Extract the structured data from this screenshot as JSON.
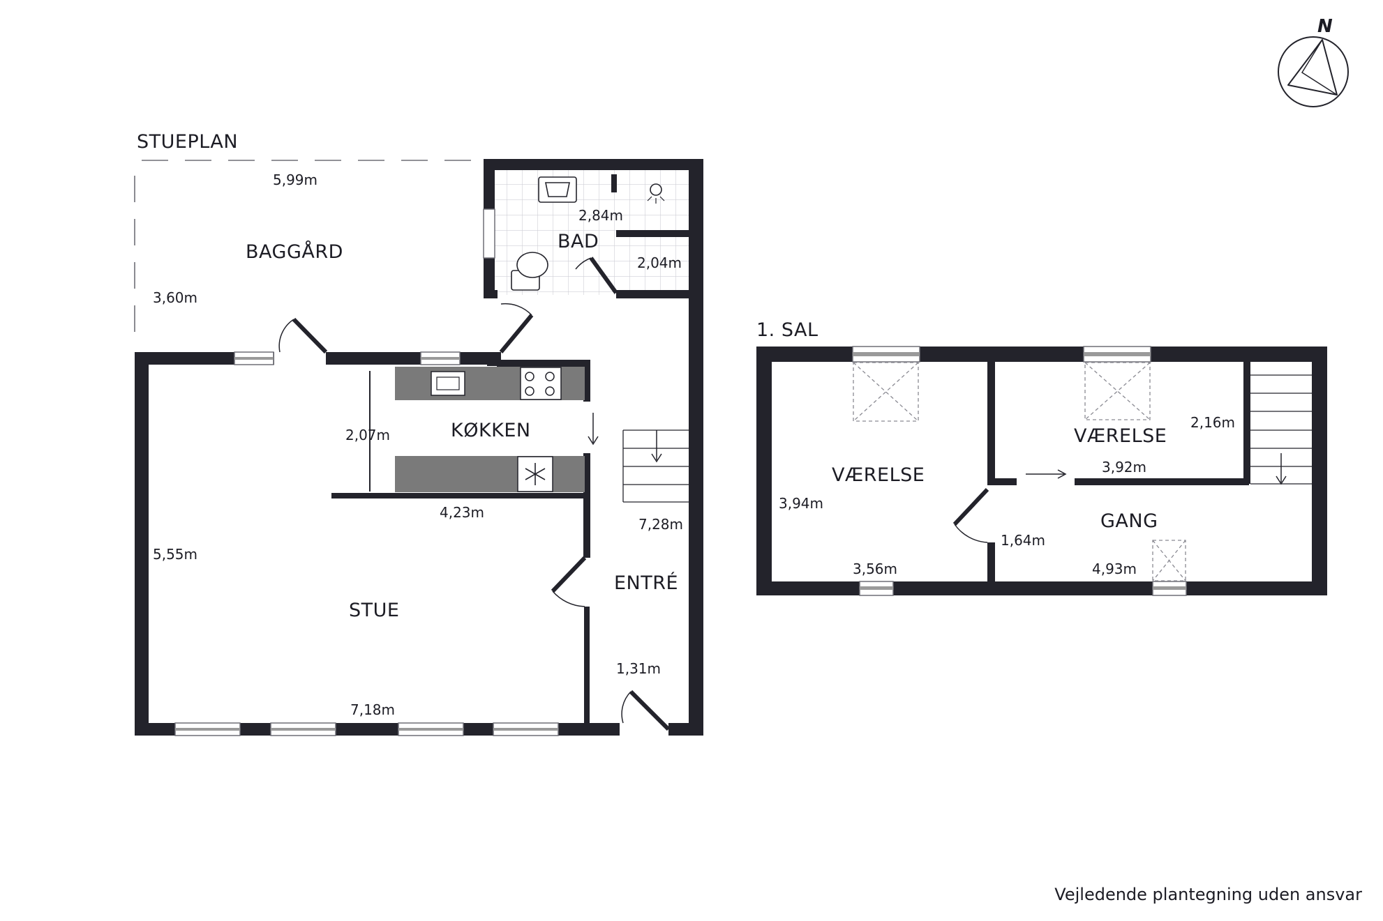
{
  "floors": {
    "ground": {
      "title": "STUEPLAN",
      "rooms": {
        "baggard": "BAGGÅRD",
        "bad": "BAD",
        "kokken": "KØKKEN",
        "stue": "STUE",
        "entre": "ENTRÉ"
      },
      "dimensions": {
        "baggard_width": "5,99m",
        "baggard_depth": "3,60m",
        "bad_width": "2,84m",
        "bad_depth": "2,04m",
        "kokken_depth": "2,07m",
        "kokken_width": "4,23m",
        "stue_depth": "5,55m",
        "stue_width": "7,18m",
        "entre_depth": "7,28m",
        "entre_width": "1,31m"
      }
    },
    "upper": {
      "title": "1. SAL",
      "rooms": {
        "vaerelse_1": "VÆRELSE",
        "vaerelse_2": "VÆRELSE",
        "gang": "GANG"
      },
      "dimensions": {
        "vaerelse_1_depth": "3,94m",
        "vaerelse_1_width": "3,56m",
        "vaerelse_2_depth": "2,16m",
        "vaerelse_2_width": "3,92m",
        "gang_depth": "1,64m",
        "gang_width": "4,93m"
      }
    }
  },
  "compass": {
    "label": "N",
    "icon": "north-arrow-icon"
  },
  "disclaimer": "Vejledende plantegning uden ansvar",
  "colors": {
    "wall": "#23232b",
    "counter": "#7a7a7a",
    "window": "#9a9a9a",
    "tile_line": "#cfcfd6"
  }
}
